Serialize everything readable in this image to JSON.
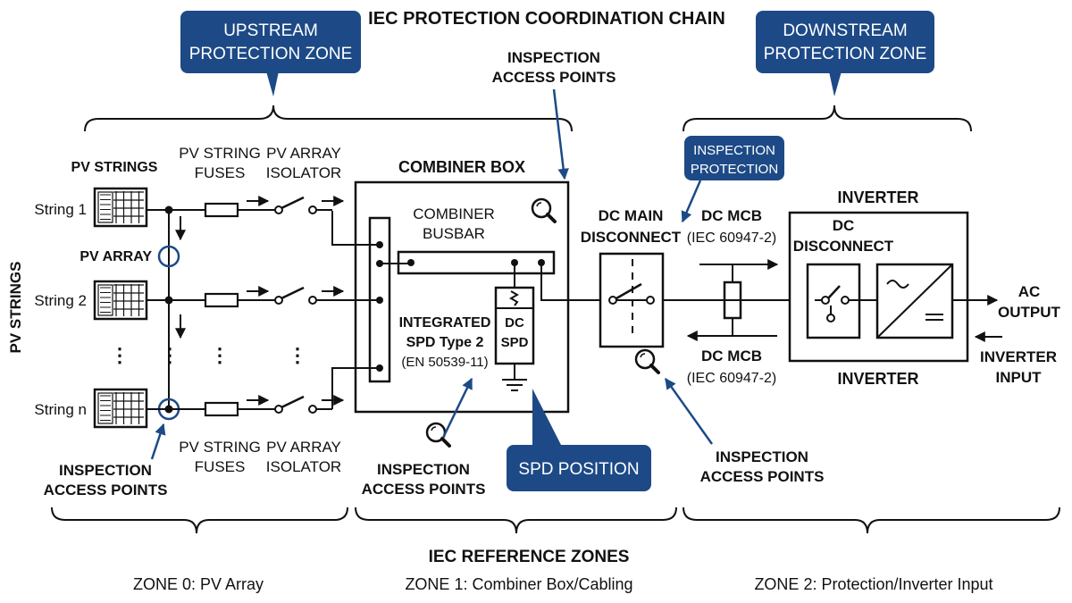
{
  "title": "IEC PROTECTION COORDINATION CHAIN",
  "callouts": {
    "upstream_line1": "UPSTREAM",
    "upstream_line2": "PROTECTION ZONE",
    "downstream_line1": "DOWNSTREAM",
    "downstream_line2": "PROTECTION ZONE",
    "inspection_protection_line1": "INSPECTION",
    "inspection_protection_line2": "PROTECTION",
    "spd_position": "SPD POSITION"
  },
  "inspection_label_line1": "INSPECTION",
  "inspection_label_line2": "ACCESS POINTS",
  "pv": {
    "vertical_label": "PV STRINGS",
    "strings_header": "PV STRINGS",
    "array_label": "PV ARRAY",
    "string1": "String 1",
    "string2": "String 2",
    "stringn": "String n",
    "fuses_line1": "PV STRING",
    "fuses_line2": "FUSES",
    "isolator_line1": "PV ARRAY",
    "isolator_line2": "ISOLATOR"
  },
  "combiner": {
    "title": "COMBINER BOX",
    "busbar_line1": "COMBINER",
    "busbar_line2": "BUSBAR",
    "spd_line1": "INTEGRATED",
    "spd_line2": "SPD Type 2",
    "spd_std": "(EN 50539-11)",
    "dc_spd_line1": "DC",
    "dc_spd_line2": "SPD"
  },
  "disconnect": {
    "line1": "DC MAIN",
    "line2": "DISCONNECT"
  },
  "mcb": {
    "label": "DC MCB",
    "std": "(IEC 60947-2)"
  },
  "inverter": {
    "title": "INVERTER",
    "bottom_label": "INVERTER",
    "dc_disc_line1": "DC",
    "dc_disc_line2": "DISCONNECT",
    "ac_line1": "AC",
    "ac_line2": "OUTPUT",
    "input_line1": "INVERTER",
    "input_line2": "INPUT"
  },
  "zones": {
    "header": "IEC REFERENCE ZONES",
    "zone0": "ZONE 0: PV Array",
    "zone1": "ZONE 1: Combiner Box/Cabling",
    "zone2": "ZONE 2: Protection/Inverter Input"
  },
  "icons": {
    "inspection": "magnifier-icon",
    "solar": "solar-panel-icon",
    "ground": "ground-icon"
  },
  "colors": {
    "accent": "#1d4a86",
    "line": "#111111"
  }
}
